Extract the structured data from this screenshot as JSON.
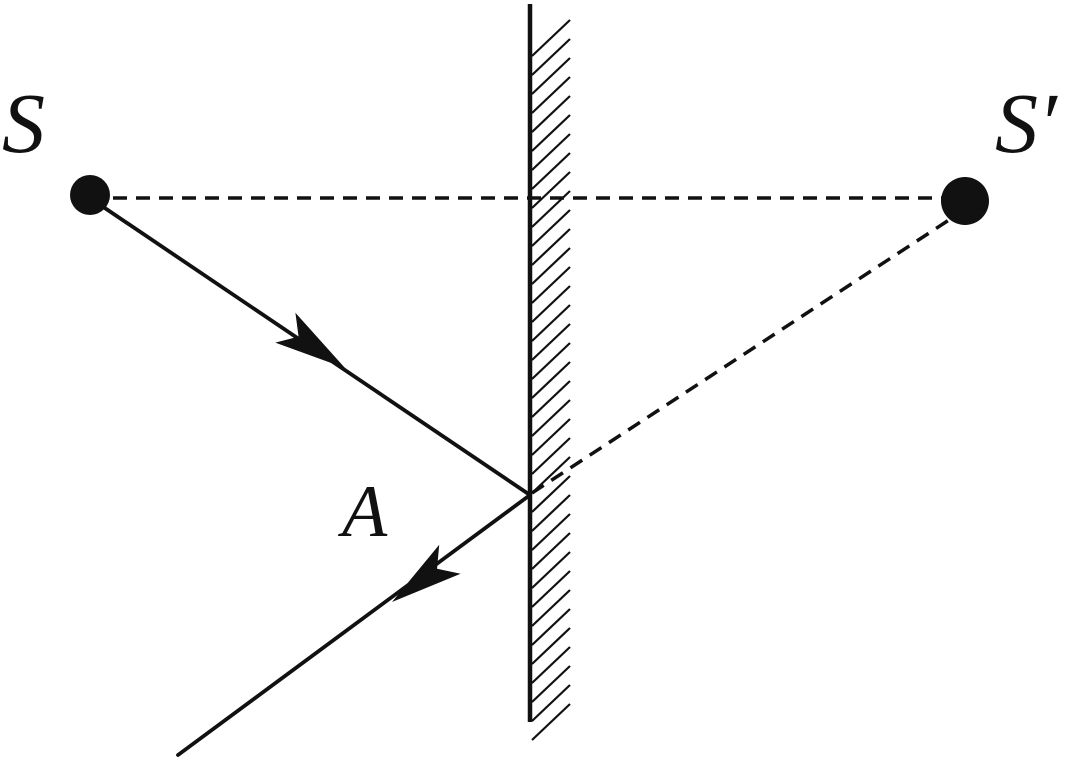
{
  "labels": {
    "source": "S",
    "image": "S′",
    "incidence_point": "A"
  },
  "colors": {
    "ink": "#111111",
    "background": "#ffffff"
  }
}
